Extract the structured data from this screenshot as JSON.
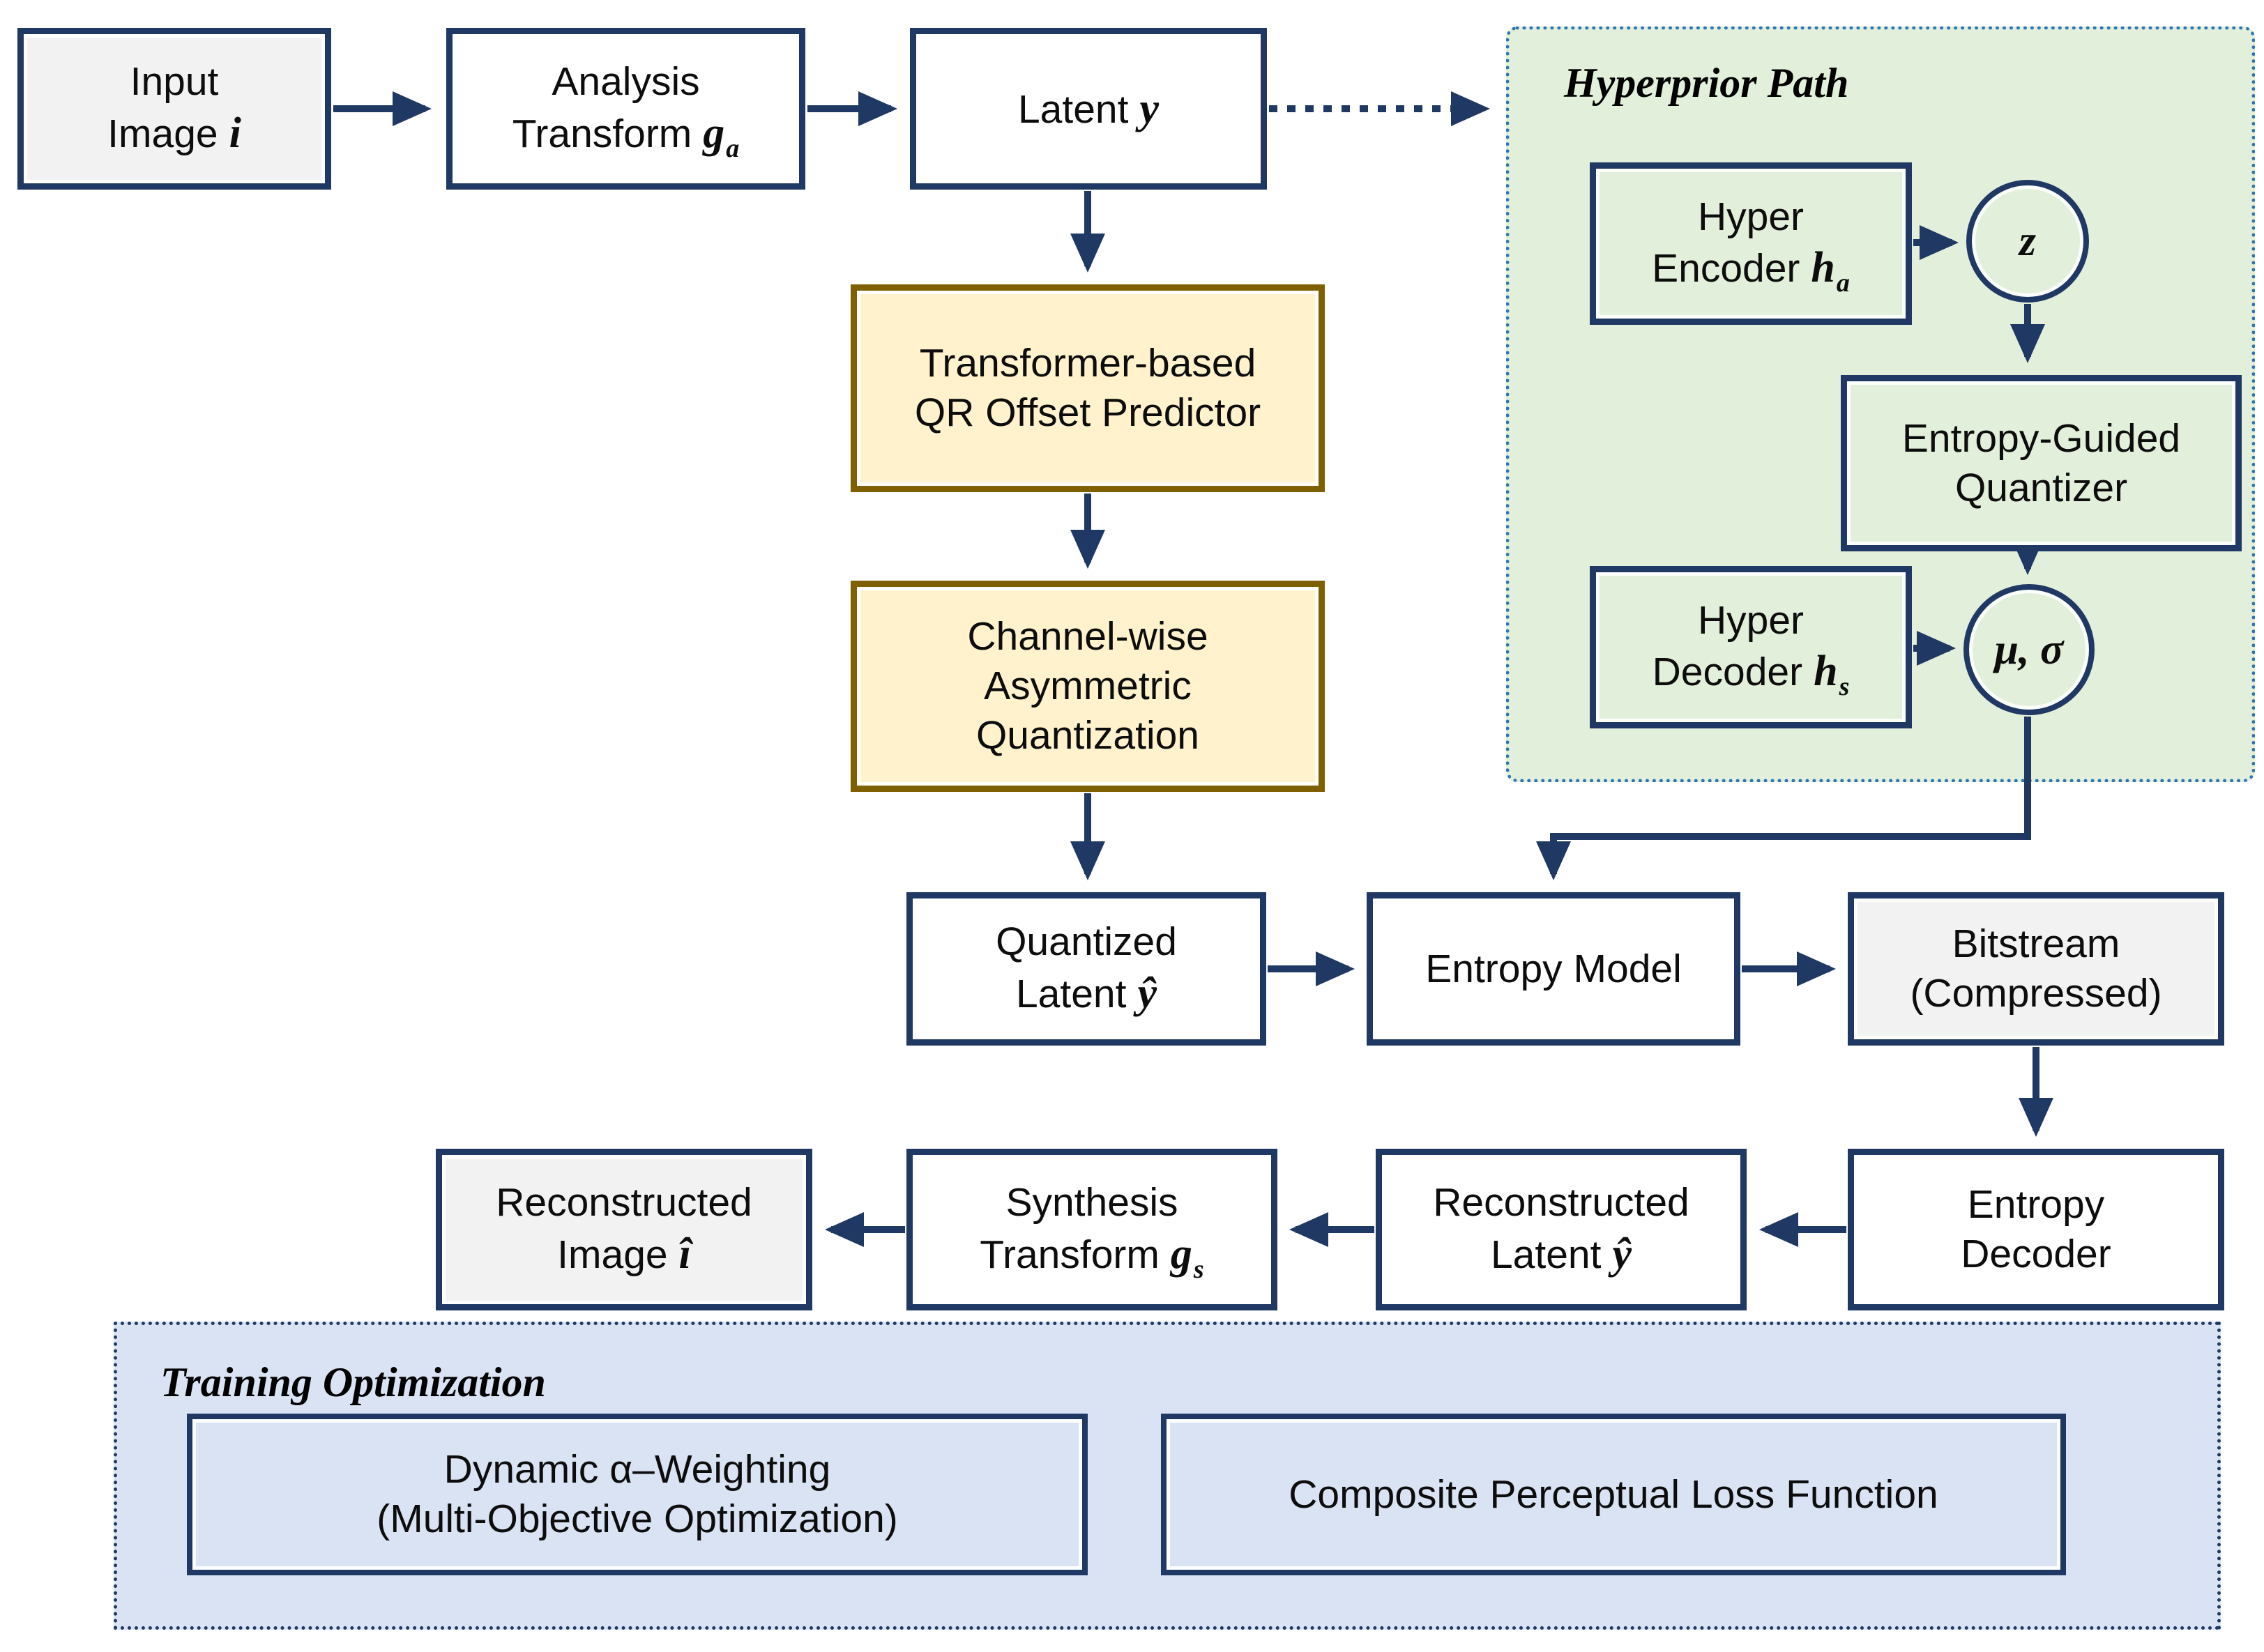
{
  "colors": {
    "navy": "#1f3864",
    "gold_border": "#7f6000",
    "gold_fill": "#fff2cc",
    "green_fill": "#e2efda",
    "hyper_dot": "#2e75b6",
    "blue_fill": "#dae3f3",
    "gray_fill": "#f2f2f2",
    "white": "#ffffff",
    "text": "#0d0d0d"
  },
  "nodes": {
    "input_image": {
      "line1": "Input",
      "line2": "Image",
      "math": "i"
    },
    "analysis_transform": {
      "line1": "Analysis",
      "line2": "Transform",
      "math": "g",
      "sub": "a"
    },
    "latent": {
      "text": "Latent",
      "math": "y"
    },
    "transformer_qr": {
      "line1": "Transformer-based",
      "line2": "QR Offset Predictor"
    },
    "channel_quant": {
      "line1": "Channel-wise",
      "line2": "Asymmetric",
      "line3": "Quantization"
    },
    "quantized_latent": {
      "line1": "Quantized",
      "line2": "Latent",
      "math": "ŷ"
    },
    "entropy_model": {
      "text": "Entropy Model"
    },
    "bitstream": {
      "line1": "Bitstream",
      "line2": "(Compressed)"
    },
    "entropy_decoder": {
      "line1": "Entropy",
      "line2": "Decoder"
    },
    "reconstructed_latent": {
      "line1": "Reconstructed",
      "line2": "Latent",
      "math": "ŷ"
    },
    "synthesis_transform": {
      "line1": "Synthesis",
      "line2": "Transform",
      "math": "g",
      "sub": "s"
    },
    "reconstructed_image": {
      "line1": "Reconstructed",
      "line2": "Image",
      "math": "î"
    },
    "hyperprior": {
      "title": "Hyperprior Path",
      "hyper_encoder": {
        "line1": "Hyper",
        "line2": "Encoder",
        "math": "h",
        "sub": "a"
      },
      "z_node": {
        "math": "z"
      },
      "quantizer": {
        "line1": "Entropy-Guided",
        "line2": "Quantizer"
      },
      "hyper_decoder": {
        "line1": "Hyper",
        "line2": "Decoder",
        "math": "h",
        "sub": "s"
      },
      "mu_sigma": {
        "math": "μ, σ"
      }
    },
    "training": {
      "title": "Training Optimization",
      "dynamic": {
        "line1": "Dynamic α–Weighting",
        "line2": "(Multi-Objective Optimization)"
      },
      "composite": {
        "text": "Composite Perceptual Loss Function"
      }
    }
  }
}
